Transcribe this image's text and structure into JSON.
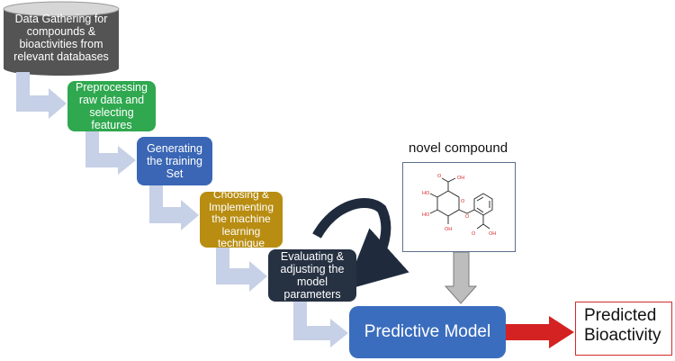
{
  "steps": [
    {
      "lines": [
        "Data Gathering for",
        "compounds &",
        "bioactivities from",
        "relevant databases"
      ],
      "color": "#545454"
    },
    {
      "lines": [
        "Preprocessing",
        "raw data and",
        "selecting",
        "features"
      ],
      "color": "#2fa84f"
    },
    {
      "lines": [
        "Generating",
        "the training",
        "Set"
      ],
      "color": "#3a66b5"
    },
    {
      "lines": [
        "Choosing &",
        "Implementing",
        "the machine",
        "learning",
        "technique"
      ],
      "color": "#b88d12"
    },
    {
      "lines": [
        "Evaluating &",
        "adjusting the",
        "model",
        "parameters"
      ],
      "color": "#263142"
    }
  ],
  "model": {
    "label": "Predictive Model",
    "color": "#3b6dbe"
  },
  "novel_compound": {
    "label": "novel compound",
    "structure_labels": {
      "oh": "OH",
      "o": "O",
      "ho": "HO"
    }
  },
  "output": {
    "lines": [
      "Predicted",
      "Bioactivity"
    ],
    "border_color": "#d22b2b"
  },
  "colors": {
    "connector_arrow": "#c6d0e6",
    "loop_arrow": "#1f2b3d",
    "down_arrow": "#bdbdbd",
    "output_arrow": "#d42222"
  },
  "icons": {
    "database": "database-cylinder-icon",
    "molecule": "glucuronide-structure-icon"
  }
}
